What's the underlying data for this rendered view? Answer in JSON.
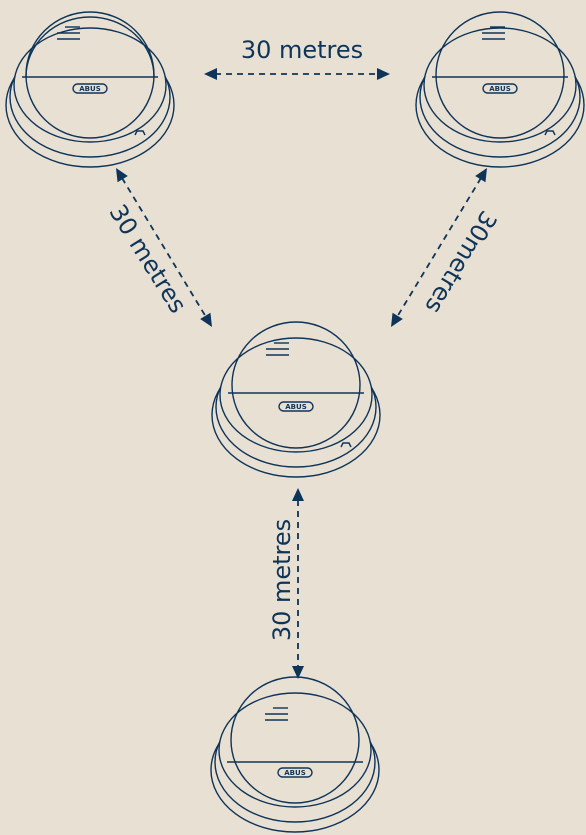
{
  "colors": {
    "background": "#e8e0d2",
    "ink": "#0e3459"
  },
  "brand": "ABUS",
  "detectors": [
    {
      "id": "top-left",
      "brand": "ABUS"
    },
    {
      "id": "top-right",
      "brand": "ABUS"
    },
    {
      "id": "middle",
      "brand": "ABUS"
    },
    {
      "id": "bottom",
      "brand": "ABUS"
    }
  ],
  "distances": {
    "top": "30 metres",
    "left": "30 metres",
    "right": "30metres",
    "vertical": "30 metres"
  }
}
